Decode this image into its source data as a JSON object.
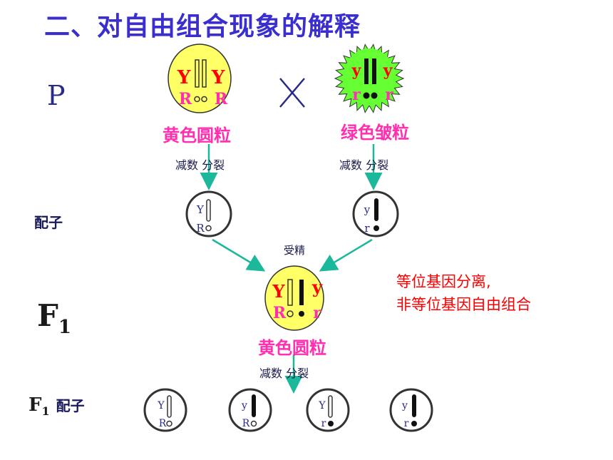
{
  "title": "二、对自由组合现象的解释",
  "labels": {
    "p": "P",
    "gamete": "配子",
    "f1_main": "F",
    "f1_sub": "1",
    "f1_gamete_main": "F",
    "f1_gamete_sub": "1",
    "f1_gamete_tail": "配子",
    "cross": "×"
  },
  "parents": {
    "left_name": "黄色圆粒",
    "right_name": "绿色皱粒",
    "left_genes": {
      "a": "Y",
      "b": "Y",
      "c": "R",
      "d": "R"
    },
    "right_genes": {
      "a": "y",
      "b": "y",
      "c": "r",
      "d": "r"
    }
  },
  "meiosis_label": "减数 分裂",
  "fertilization_label": "受精",
  "gametes": {
    "left": {
      "top": "Y",
      "bottom": "R"
    },
    "right": {
      "top": "y",
      "bottom": "r"
    }
  },
  "f1": {
    "name": "黄色圆粒",
    "genes": {
      "a": "Y",
      "b": "y",
      "c": "R",
      "d": "r"
    }
  },
  "note": {
    "line1": "等位基因分离,",
    "line2": "非等位基因自由组合"
  },
  "f1_gametes": [
    {
      "top": "Y",
      "bottom": "R"
    },
    {
      "top": "y",
      "bottom": "R"
    },
    {
      "top": "Y",
      "bottom": "r"
    },
    {
      "top": "y",
      "bottom": "r"
    }
  ],
  "colors": {
    "title": "#3a2ecf",
    "yellow_cell": "#ffff66",
    "green_cell": "#66ff33",
    "pink_text": "#ff2fb0",
    "arrow": "#1bb89c",
    "note": "#ff0000",
    "gene_red": "#ff0000",
    "gene_pink": "#ff2fb0"
  }
}
